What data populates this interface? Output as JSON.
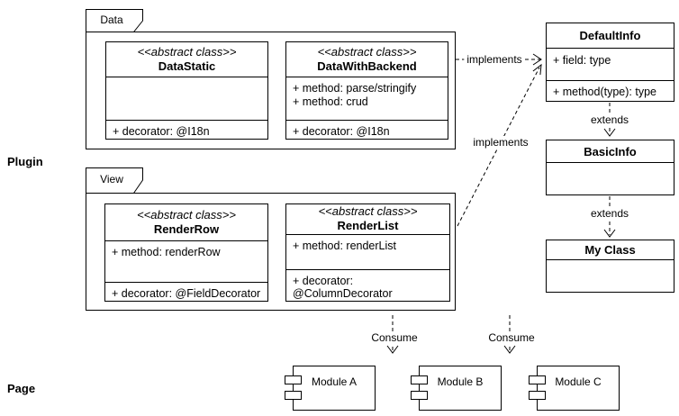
{
  "labels": {
    "plugin": "Plugin",
    "page": "Page"
  },
  "data_package": {
    "tab_label": "Data",
    "classes": [
      {
        "stereotype": "<<abstract class>>",
        "name": "DataStatic",
        "methods": [],
        "decorator": "+ decorator: @I18n"
      },
      {
        "stereotype": "<<abstract class>>",
        "name": "DataWithBackend",
        "methods": [
          "+ method: parse/stringify",
          "+ method: crud"
        ],
        "decorator": "+ decorator: @I18n"
      }
    ]
  },
  "view_package": {
    "tab_label": "View",
    "classes": [
      {
        "stereotype": "<<abstract class>>",
        "name": "RenderRow",
        "methods": [
          "+ method: renderRow"
        ],
        "decorator": "+ decorator: @FieldDecorator"
      },
      {
        "stereotype": "<<abstract class>>",
        "name": "RenderList",
        "methods": [
          "+ method: renderList"
        ],
        "decorator": "+ decorator: @ColumnDecorator"
      }
    ]
  },
  "info_classes": [
    {
      "name": "DefaultInfo",
      "members": [
        "+ field: type",
        "+ method(type): type"
      ]
    },
    {
      "name": "BasicInfo",
      "members": []
    },
    {
      "name": "My Class",
      "members": []
    }
  ],
  "modules": [
    {
      "label": "Module A"
    },
    {
      "label": "Module B"
    },
    {
      "label": "Module C"
    }
  ],
  "connectors": {
    "implements_1": "implements",
    "implements_2": "implements",
    "extends_1": "extends",
    "extends_2": "extends",
    "consume_1": "Consume",
    "consume_2": "Consume"
  },
  "colors": {
    "stroke": "#000000",
    "background": "#ffffff"
  }
}
